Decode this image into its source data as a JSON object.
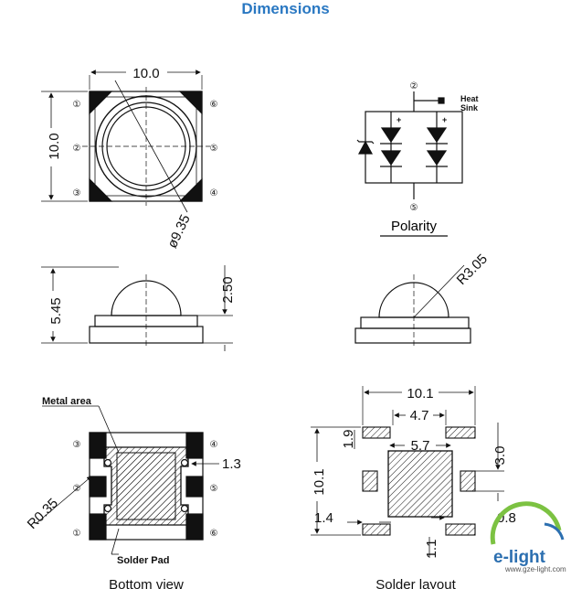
{
  "title": "Dimensions",
  "top_view": {
    "width": "10.0",
    "height": "10.0",
    "lens_diameter": "ø9.35",
    "pins": [
      "①",
      "②",
      "③",
      "④",
      "⑤",
      "⑥"
    ]
  },
  "polarity": {
    "label": "Polarity",
    "heat_sink": "Heat\nSink",
    "heat_sink_line1": "Heat",
    "heat_sink_line2": "Sink",
    "plus": "+",
    "pin_top": "②",
    "pin_bottom": "⑤"
  },
  "side_view": {
    "total_height": "5.45",
    "dome_height": "2.50",
    "dome_radius": "R3.05"
  },
  "bottom_view": {
    "metal_area": "Metal area",
    "solder_pad": "Solder Pad",
    "pad_gap": "1.3",
    "corner_radius": "R0.35",
    "caption": "Bottom view"
  },
  "solder_layout": {
    "overall_width": "10.1",
    "inner_width": "4.7",
    "center_width": "5.7",
    "left_height": "1.9",
    "right_height": "3.0",
    "overall_height": "10.1",
    "pad_width": "1.4",
    "pad_gap": "0.8",
    "bottom_height": "1.1",
    "caption": "Solder layout"
  },
  "logo": {
    "brand": "e-light",
    "url": "www.gze-light.com"
  },
  "colors": {
    "title": "#2a78c2",
    "logo": "#2c6fb0",
    "logo_leaf": "#7cc242"
  }
}
